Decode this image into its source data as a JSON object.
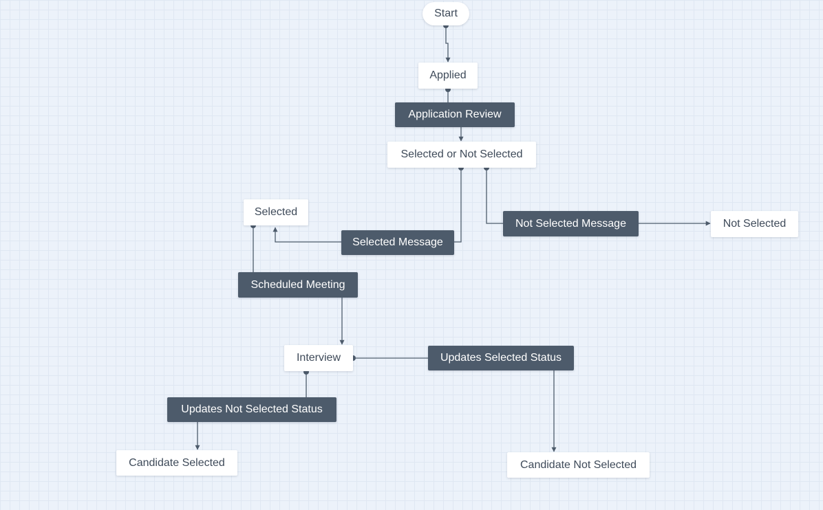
{
  "colors": {
    "canvas_background": "#ecf2fa",
    "grid_line": "#dfe7f2",
    "connector": "#4d5b6b",
    "state_fill": "#ffffff",
    "state_text": "#3e4a59",
    "action_fill": "#4d5b6b",
    "action_text": "#ffffff"
  },
  "nodes": {
    "start": "Start",
    "applied": "Applied",
    "application_review": "Application Review",
    "selected_or_not": "Selected or Not Selected",
    "selected": "Selected",
    "selected_message": "Selected Message",
    "not_selected_message": "Not Selected Message",
    "not_selected": "Not Selected",
    "scheduled_meeting": "Scheduled Meeting",
    "interview": "Interview",
    "updates_selected_status": "Updates Selected Status",
    "updates_not_selected_status": "Updates Not Selected Status",
    "candidate_selected": "Candidate Selected",
    "candidate_not_selected": "Candidate Not Selected"
  }
}
